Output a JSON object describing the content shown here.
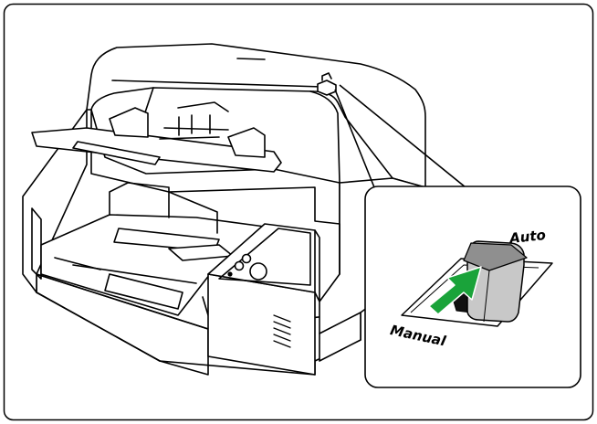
{
  "diagram": {
    "callout": {
      "switch_label_auto": "Auto",
      "switch_label_manual": "Manual"
    },
    "colors": {
      "line": "#000000",
      "background": "#ffffff",
      "switch_knob": "#c8c8c8",
      "switch_knob_top": "#909090",
      "arrow": "#1aa33a"
    },
    "icons": [
      "scanner-illustration",
      "switch-knob",
      "direction-arrow"
    ]
  }
}
